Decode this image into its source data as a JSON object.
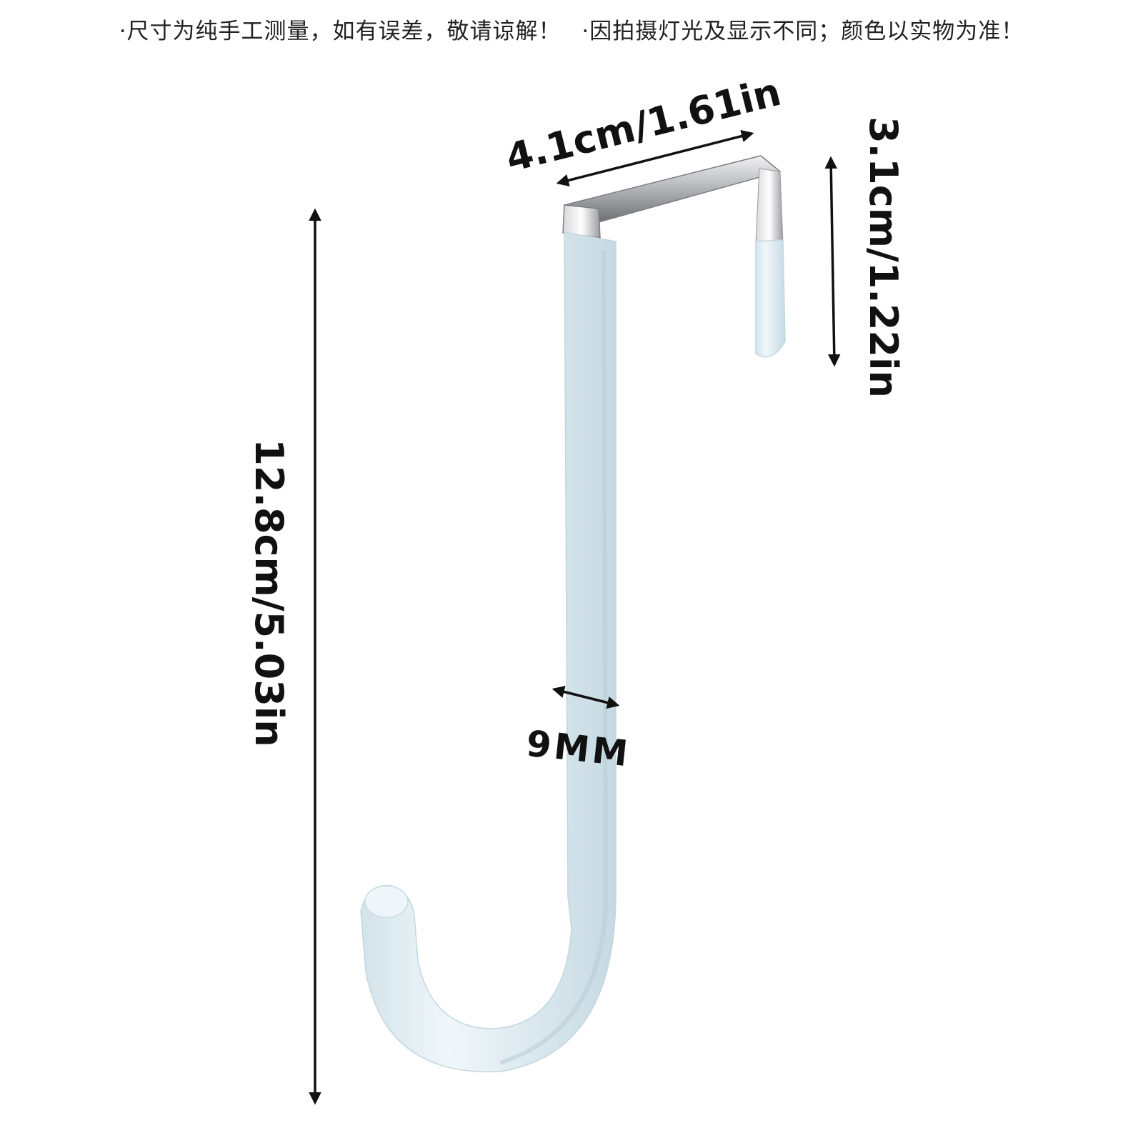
{
  "notes": {
    "measurement": "·尺寸为纯手工测量，如有误差，敬请谅解！",
    "color": "·因拍摄灯光及显示不同；颜色以实物为准！"
  },
  "dimensions": {
    "top_width": "4.1cm/1.61in",
    "inner_depth": "3.1cm/1.22in",
    "total_height": "12.8cm/5.03in",
    "wire_thickness": "9MM"
  },
  "colors": {
    "coating": "#e4eff4",
    "coating_shade": "#c9dbe3",
    "metal_light": "#e8e8ea",
    "metal_dark": "#8a8b90",
    "ink": "#111111"
  },
  "icons": [
    "double-arrow-icon"
  ]
}
